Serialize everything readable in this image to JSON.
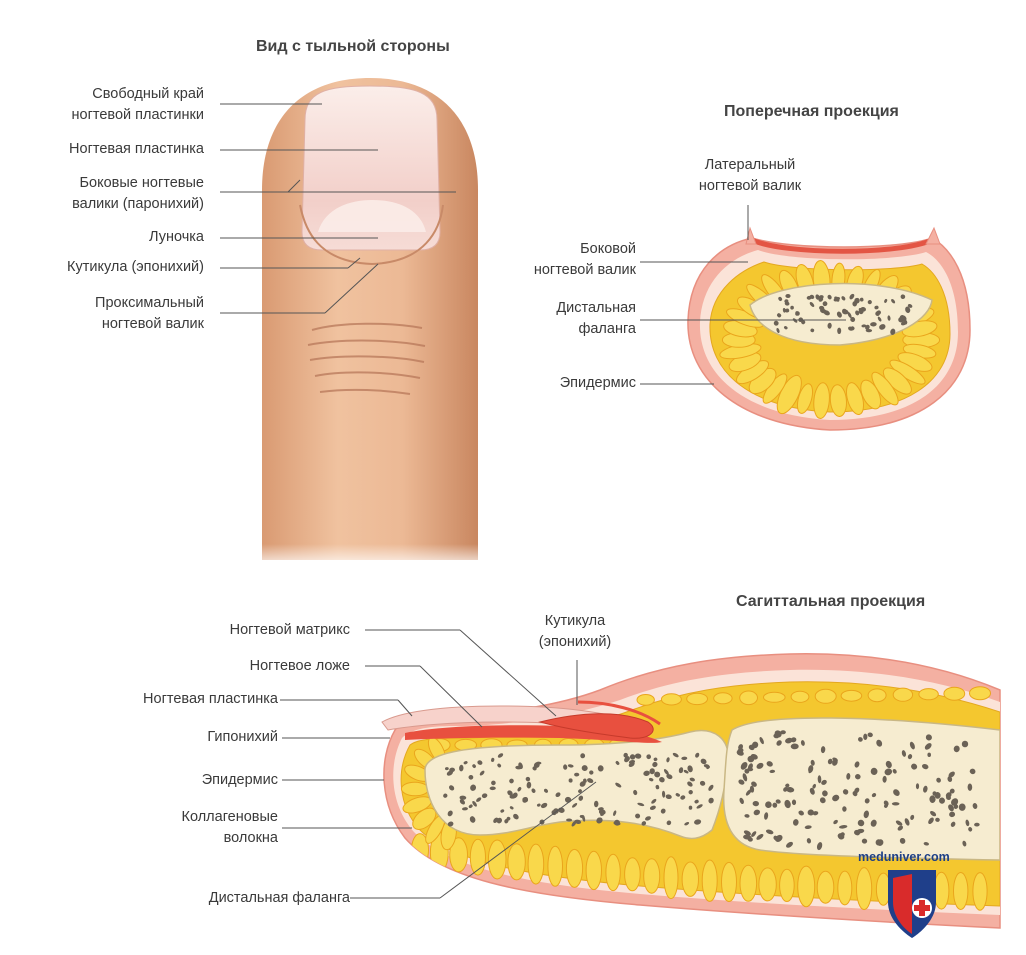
{
  "dorsal": {
    "title": "Вид с тыльной стороны",
    "labels": {
      "free_edge": [
        "Свободный край",
        "ногтевой пластинки"
      ],
      "nail_plate": "Ногтевая пластинка",
      "lateral_folds": [
        "Боковые ногтевые",
        "валики (паронихий)"
      ],
      "lunula": "Луночка",
      "cuticle": "Кутикула (эпонихий)",
      "proximal_fold": [
        "Проксимальный",
        "ногтевой валик"
      ]
    }
  },
  "transverse": {
    "title": "Поперечная проекция",
    "labels": {
      "lateral_nail_fold": [
        "Латеральный",
        "ногтевой валик"
      ],
      "side_nail_fold": [
        "Боковой",
        "ногтевой валик"
      ],
      "distal_phalanx": [
        "Дистальная",
        "фаланга"
      ],
      "epidermis": "Эпидермис"
    }
  },
  "sagittal": {
    "title": "Сагиттальная проекция",
    "labels": {
      "nail_matrix": "Ногтевой матрикс",
      "cuticle": [
        "Кутикула",
        "(эпонихий)"
      ],
      "nail_bed": "Ногтевое ложе",
      "nail_plate": "Ногтевая пластинка",
      "hyponychium": "Гипонихий",
      "epidermis": "Эпидермис",
      "collagen_fibers": [
        "Коллагеновые",
        "волокна"
      ],
      "distal_phalanx": "Дистальная фаланга"
    }
  },
  "watermark": {
    "site": "meduniver.com"
  },
  "colors": {
    "skin": "#e8b08a",
    "nail": "#f4d6d3",
    "epidermis": "#f0a99a",
    "fat": "#f7c936",
    "bone": "#f6eccf",
    "nail_matrix": "#e8503f"
  }
}
